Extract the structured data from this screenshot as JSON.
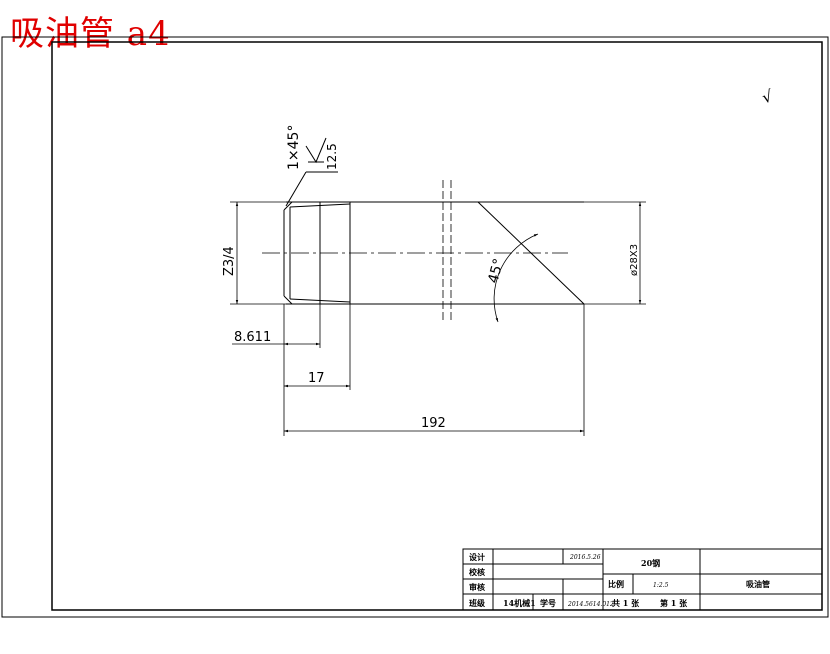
{
  "title": "吸油管 a4",
  "dimensions": {
    "chamfer": "1×45°",
    "roughness": "12.5",
    "thread": "Z3/4",
    "outer_diameter": "ø28X3",
    "angle": "45°",
    "d1": "8.611",
    "d2": "17",
    "d3": "192"
  },
  "roughness_symbol": "√",
  "title_block": {
    "design_label": "设计",
    "design_date": "2016.5.26",
    "check_label": "校核",
    "review_label": "审核",
    "class_label": "班级",
    "class_value": "14机械1",
    "id_label": "学号",
    "id_value": "2014.5614.012",
    "material": "20钢",
    "scale_label": "比例",
    "scale_value": "1:2.5",
    "part_name": "吸油管",
    "sheets_total": "共 1 张",
    "sheet_no": "第 1 张"
  }
}
